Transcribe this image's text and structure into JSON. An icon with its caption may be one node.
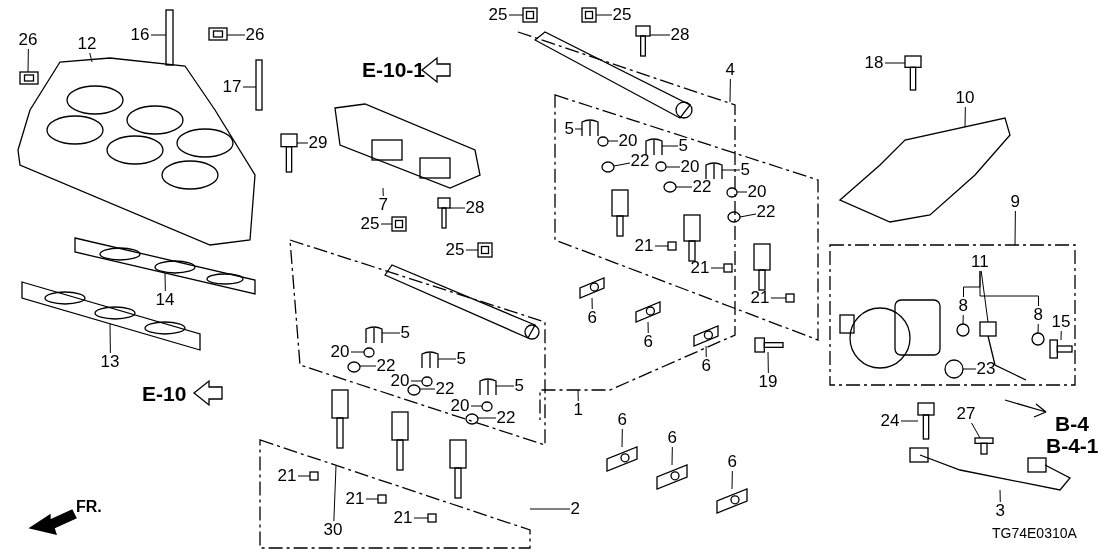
{
  "diagram": {
    "nodes": [
      {
        "text": [
          "26"
        ]
      },
      {
        "text": [
          "12"
        ]
      },
      {
        "text": [
          "16"
        ]
      },
      {
        "text": [
          "26"
        ]
      },
      {
        "text": [
          "17"
        ]
      },
      {
        "text": [
          "29"
        ]
      },
      {
        "text": [
          "25"
        ]
      },
      {
        "text": [
          "25"
        ]
      },
      {
        "text": [
          "28"
        ]
      },
      {
        "text": [
          "4"
        ]
      },
      {
        "text": [
          "18"
        ]
      },
      {
        "text": [
          "10"
        ]
      },
      {
        "text": [
          "7"
        ]
      },
      {
        "text": [
          "28"
        ]
      },
      {
        "text": [
          "25"
        ]
      },
      {
        "text": [
          "25"
        ]
      },
      {
        "text": [
          "5"
        ]
      },
      {
        "text": [
          "20"
        ]
      },
      {
        "text": [
          "22"
        ]
      },
      {
        "text": [
          "5"
        ]
      },
      {
        "text": [
          "20"
        ]
      },
      {
        "text": [
          "22"
        ]
      },
      {
        "text": [
          "5"
        ]
      },
      {
        "text": [
          "20"
        ]
      },
      {
        "text": [
          "22"
        ]
      },
      {
        "text": [
          "9"
        ]
      },
      {
        "text": [
          "21"
        ]
      },
      {
        "text": [
          "21"
        ]
      },
      {
        "text": [
          "11"
        ]
      },
      {
        "text": [
          "8"
        ]
      },
      {
        "text": [
          "8"
        ]
      },
      {
        "text": [
          "15"
        ]
      },
      {
        "text": [
          "21"
        ]
      },
      {
        "text": [
          "6"
        ]
      },
      {
        "text": [
          "6"
        ]
      },
      {
        "text": [
          "6"
        ]
      },
      {
        "text": [
          "5"
        ]
      },
      {
        "text": [
          "20"
        ]
      },
      {
        "text": [
          "22"
        ]
      },
      {
        "text": [
          "5"
        ]
      },
      {
        "text": [
          "20"
        ]
      },
      {
        "text": [
          "22"
        ]
      },
      {
        "text": [
          "5"
        ]
      },
      {
        "text": [
          "20"
        ]
      },
      {
        "text": [
          "22"
        ]
      },
      {
        "text": [
          "19"
        ]
      },
      {
        "text": [
          "23"
        ]
      },
      {
        "text": [
          "1"
        ]
      },
      {
        "text": [
          "27"
        ]
      },
      {
        "text": [
          "24"
        ]
      },
      {
        "text": [
          "6"
        ]
      },
      {
        "text": [
          "6"
        ]
      },
      {
        "text": [
          "6"
        ]
      },
      {
        "text": [
          "21"
        ]
      },
      {
        "text": [
          "21"
        ]
      },
      {
        "text": [
          "21"
        ]
      },
      {
        "text": [
          "30"
        ]
      },
      {
        "text": [
          "2"
        ]
      },
      {
        "text": [
          "3"
        ]
      },
      {
        "text": [
          "14"
        ]
      },
      {
        "text": [
          "13"
        ]
      },
      {
        "text": [],
        "shape": "picture"
      },
      {
        "text": [],
        "shape": "picture"
      },
      {
        "text": [],
        "shape": "box"
      },
      {
        "text": [],
        "shape": "picture"
      },
      {
        "text": [],
        "shape": "box"
      },
      {
        "text": [],
        "shape": "picture"
      },
      {
        "text": [],
        "shape": "picture"
      },
      {
        "text": [],
        "shape": "picture"
      },
      {
        "text": [],
        "shape": "picture"
      },
      {
        "text": [],
        "shape": "picture"
      },
      {
        "text": [],
        "shape": "picture"
      },
      {
        "text": [],
        "shape": "picture"
      },
      {
        "text": [],
        "shape": "picture"
      },
      {
        "text": [],
        "shape": "picture"
      },
      {
        "text": [],
        "shape": "picture"
      },
      {
        "text": [],
        "shape": "picture"
      },
      {
        "text": [],
        "shape": "circle"
      },
      {
        "text": [],
        "shape": "circle"
      },
      {
        "text": [],
        "shape": "picture"
      },
      {
        "text": [],
        "shape": "circle"
      },
      {
        "text": [],
        "shape": "circle"
      },
      {
        "text": [],
        "shape": "picture"
      },
      {
        "text": [],
        "shape": "circle"
      },
      {
        "text": [],
        "shape": "circle"
      },
      {
        "text": [],
        "shape": "box"
      },
      {
        "text": [],
        "shape": "box"
      },
      {
        "text": [],
        "shape": "picture"
      },
      {
        "text": [],
        "shape": "circle"
      },
      {
        "text": [],
        "shape": "circle"
      },
      {
        "text": [],
        "shape": "picture"
      },
      {
        "text": [],
        "shape": "box"
      },
      {
        "text": [],
        "shape": "picture"
      },
      {
        "text": [],
        "shape": "picture"
      },
      {
        "text": [],
        "shape": "picture"
      },
      {
        "text": [],
        "shape": "picture"
      },
      {
        "text": [],
        "shape": "circle"
      },
      {
        "text": [],
        "shape": "circle"
      },
      {
        "text": [],
        "shape": "picture"
      },
      {
        "text": [],
        "shape": "circle"
      },
      {
        "text": [],
        "shape": "circle"
      },
      {
        "text": [],
        "shape": "picture"
      },
      {
        "text": [],
        "shape": "circle"
      },
      {
        "text": [],
        "shape": "circle"
      },
      {
        "text": [],
        "shape": "picture"
      },
      {
        "text": [],
        "shape": "circle"
      },
      {
        "text": [],
        "shape": "picture"
      },
      {
        "text": [],
        "shape": "picture"
      },
      {
        "text": [],
        "shape": "picture"
      },
      {
        "text": [],
        "shape": "picture"
      },
      {
        "text": [],
        "shape": "picture"
      },
      {
        "text": [],
        "shape": "box"
      },
      {
        "text": [],
        "shape": "box"
      },
      {
        "text": [],
        "shape": "box"
      },
      {
        "text": [],
        "shape": "picture"
      },
      {
        "text": [],
        "shape": "picture"
      },
      {
        "text": [],
        "shape": "picture"
      }
    ],
    "edges": [
      {
        "from": 0,
        "to": 61,
        "arrow": "none"
      },
      {
        "from": 1,
        "to": 62,
        "arrow": "none"
      },
      {
        "from": 2,
        "to": 63,
        "arrow": "none"
      },
      {
        "from": 3,
        "to": 64,
        "arrow": "none"
      },
      {
        "from": 4,
        "to": 65,
        "arrow": "none"
      },
      {
        "from": 5,
        "to": 66,
        "arrow": "none"
      },
      {
        "from": 6,
        "to": 67,
        "arrow": "none"
      },
      {
        "from": 7,
        "to": 68,
        "arrow": "none"
      },
      {
        "from": 8,
        "to": 69,
        "arrow": "none"
      },
      {
        "from": 9,
        "to": null,
        "arrow": "none"
      },
      {
        "from": 10,
        "to": 70,
        "arrow": "none"
      },
      {
        "from": 11,
        "to": 71,
        "arrow": "none"
      },
      {
        "from": 12,
        "to": 72,
        "arrow": "none"
      },
      {
        "from": 13,
        "to": 73,
        "arrow": "none"
      },
      {
        "from": 14,
        "to": 74,
        "arrow": "none"
      },
      {
        "from": 15,
        "to": 75,
        "arrow": "none"
      },
      {
        "from": 16,
        "to": 76,
        "arrow": "none"
      },
      {
        "from": 17,
        "to": 77,
        "arrow": "none"
      },
      {
        "from": 18,
        "to": 78,
        "arrow": "none"
      },
      {
        "from": 19,
        "to": 79,
        "arrow": "none"
      },
      {
        "from": 20,
        "to": 80,
        "arrow": "none"
      },
      {
        "from": 21,
        "to": 81,
        "arrow": "none"
      },
      {
        "from": 22,
        "to": 82,
        "arrow": "none"
      },
      {
        "from": 23,
        "to": 83,
        "arrow": "none"
      },
      {
        "from": 24,
        "to": 84,
        "arrow": "none"
      },
      {
        "from": 25,
        "to": null,
        "arrow": "none"
      },
      {
        "from": 26,
        "to": 85,
        "arrow": "none"
      },
      {
        "from": 27,
        "to": 86,
        "arrow": "none"
      },
      {
        "from": 28,
        "to": 87,
        "arrow": "none"
      },
      {
        "from": 29,
        "to": 88,
        "arrow": "none"
      },
      {
        "from": 30,
        "to": 89,
        "arrow": "none"
      },
      {
        "from": 31,
        "to": 90,
        "arrow": "none"
      },
      {
        "from": 32,
        "to": 91,
        "arrow": "none"
      },
      {
        "from": 33,
        "to": 92,
        "arrow": "none"
      },
      {
        "from": 34,
        "to": 93,
        "arrow": "none"
      },
      {
        "from": 35,
        "to": 94,
        "arrow": "none"
      },
      {
        "from": 36,
        "to": 95,
        "arrow": "none"
      },
      {
        "from": 37,
        "to": 96,
        "arrow": "none"
      },
      {
        "from": 38,
        "to": 97,
        "arrow": "none"
      },
      {
        "from": 39,
        "to": 98,
        "arrow": "none"
      },
      {
        "from": 40,
        "to": 99,
        "arrow": "none"
      },
      {
        "from": 41,
        "to": 100,
        "arrow": "none"
      },
      {
        "from": 42,
        "to": 101,
        "arrow": "none"
      },
      {
        "from": 43,
        "to": 102,
        "arrow": "none"
      },
      {
        "from": 44,
        "to": 103,
        "arrow": "none"
      },
      {
        "from": 45,
        "to": 104,
        "arrow": "none"
      },
      {
        "from": 46,
        "to": 105,
        "arrow": "none"
      },
      {
        "from": 47,
        "to": null,
        "arrow": "none"
      },
      {
        "from": 48,
        "to": 106,
        "arrow": "none"
      },
      {
        "from": 49,
        "to": 107,
        "arrow": "none"
      },
      {
        "from": 50,
        "to": 108,
        "arrow": "none"
      },
      {
        "from": 51,
        "to": 109,
        "arrow": "none"
      },
      {
        "from": 52,
        "to": 110,
        "arrow": "none"
      },
      {
        "from": 53,
        "to": 111,
        "arrow": "none"
      },
      {
        "from": 54,
        "to": 112,
        "arrow": "none"
      },
      {
        "from": 55,
        "to": 113,
        "arrow": "none"
      },
      {
        "from": 56,
        "to": null,
        "arrow": "none"
      },
      {
        "from": 57,
        "to": null,
        "arrow": "none"
      },
      {
        "from": 58,
        "to": 114,
        "arrow": "none"
      },
      {
        "from": 59,
        "to": 115,
        "arrow": "none"
      },
      {
        "from": 60,
        "to": 116,
        "arrow": "none"
      },
      {
        "from": 28,
        "to": 29,
        "arrow": "none"
      },
      {
        "from": 28,
        "to": 30,
        "arrow": "none"
      }
    ],
    "labels": [
      "E-10-1",
      "E-10",
      "B-4",
      "B-4-1",
      "FR.",
      "TG74E0310A"
    ]
  }
}
